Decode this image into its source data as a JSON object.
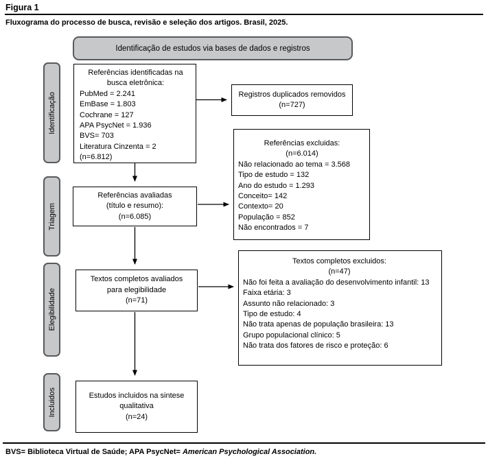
{
  "figure": {
    "label": "Figura 1",
    "caption": "Fluxograma do processo de busca, revisão e seleção dos artigos. Brasil, 2025."
  },
  "banner": {
    "text": "Identificação de estudos via bases de dados e registros"
  },
  "stages": [
    {
      "label": "Identificação"
    },
    {
      "label": "Triagem"
    },
    {
      "label": "Elegibilidade"
    },
    {
      "label": "Incluidos"
    }
  ],
  "boxes": {
    "identified": {
      "title_lines": [
        "Referências identificadas na",
        "busca eletrônica:"
      ],
      "items": [
        "PubMed = 2.241",
        "EmBase = 1.803",
        "Cochrane = 127",
        "APA PsycNet = 1.936",
        "BVS= 703",
        "Literatura Cinzenta = 2",
        "(n=6.812)"
      ]
    },
    "duplicates": {
      "lines": [
        "Registros duplicados removidos",
        "(n=727)"
      ]
    },
    "excluded_refs": {
      "title_lines": [
        "Referências excluidas:",
        "(n=6.014)"
      ],
      "items": [
        "Não relacionado ao tema = 3.568",
        "Tipo de estudo = 132",
        "Ano do estudo = 1.293",
        "Conceito= 142",
        "Contexto= 20",
        "População = 852",
        "Não encontrados = 7"
      ]
    },
    "screened": {
      "lines": [
        "Referências avaliadas",
        "(título e resumo):",
        "(n=6.085)"
      ]
    },
    "fulltext": {
      "lines": [
        "Textos completos avaliados",
        "para elegibilidade",
        "(n=71)"
      ]
    },
    "excluded_fulltext": {
      "title_lines": [
        "Textos completos excluidos:",
        "(n=47)"
      ],
      "items": [
        "Não foi feita a avaliação do desenvolvimento infantil: 13",
        "Faixa etária: 3",
        "Assunto não relacionado: 3",
        "Tipo de estudo: 4",
        "Não trata apenas de população brasileira: 13",
        "Grupo populacional clínico: 5",
        "Não trata dos fatores de risco e proteção: 6"
      ]
    },
    "included": {
      "lines": [
        "Estudos incluidos na sintese",
        "qualitativa",
        "(n=24)"
      ]
    }
  },
  "footer": {
    "text_regular": "BVS= Biblioteca Virtual de Saúde; APA PsycNet= ",
    "text_italic": "American Psychological Association."
  },
  "colors": {
    "stage_fill": "#c7c8ca",
    "stage_border": "#58595b",
    "box_border": "#000000",
    "arrow": "#000000"
  }
}
